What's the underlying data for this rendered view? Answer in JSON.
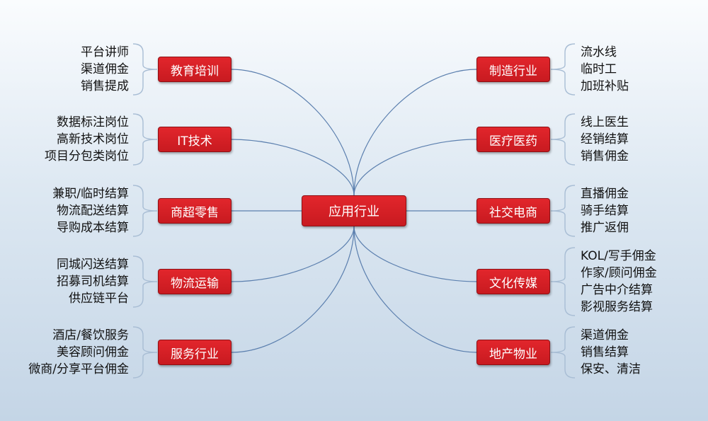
{
  "center": {
    "label": "应用行业"
  },
  "left_branches": [
    {
      "label": "教育培训",
      "items": [
        "平台讲师",
        "渠道佣金",
        "销售提成"
      ]
    },
    {
      "label": "IT技术",
      "items": [
        "数据标注岗位",
        "高新技术岗位",
        "项目分包类岗位"
      ]
    },
    {
      "label": "商超零售",
      "items": [
        "兼职/临时结算",
        "物流配送结算",
        "导购成本结算"
      ]
    },
    {
      "label": "物流运输",
      "items": [
        "同城闪送结算",
        "招募司机结算",
        "供应链平台"
      ]
    },
    {
      "label": "服务行业",
      "items": [
        "酒店/餐饮服务",
        "美容顾问佣金",
        "微商/分享平台佣金"
      ]
    }
  ],
  "right_branches": [
    {
      "label": "制造行业",
      "items": [
        "流水线",
        "临时工",
        "加班补贴"
      ]
    },
    {
      "label": "医疗医药",
      "items": [
        "线上医生",
        "经销结算",
        "销售佣金"
      ]
    },
    {
      "label": "社交电商",
      "items": [
        "直播佣金",
        "骑手结算",
        "推广返佣"
      ]
    },
    {
      "label": "文化传媒",
      "items": [
        "KOL/写手佣金",
        "作家/顾问佣金",
        "广告中介结算",
        "影视服务结算"
      ]
    },
    {
      "label": "地产物业",
      "items": [
        "渠道佣金",
        "销售结算",
        "保安、清洁"
      ]
    }
  ],
  "colors": {
    "node_fill": "#d61f25",
    "node_border": "#8f1014",
    "connector": "#5b7fae",
    "bracket": "#a8bdd4",
    "text": "#111111"
  }
}
